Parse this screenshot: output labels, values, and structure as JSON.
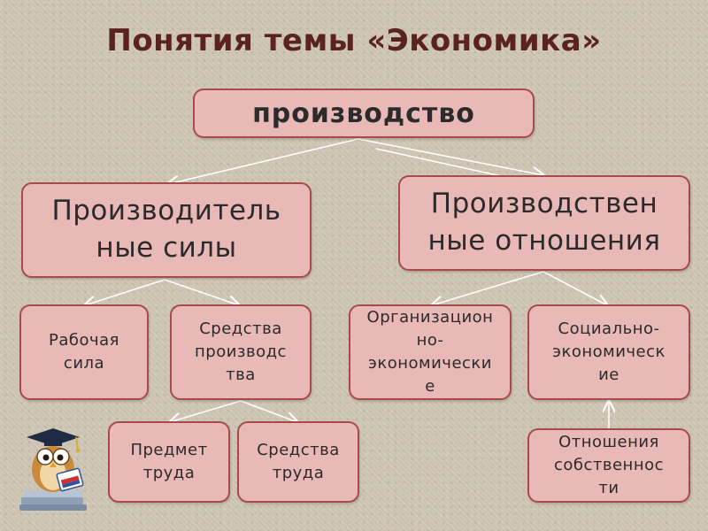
{
  "title": "Понятия темы «Экономика»",
  "nodes": {
    "root": "производство",
    "productive_forces": "Производитель\nные силы",
    "production_relations": "Производствен\nные отношения",
    "labor_force": "Рабочая\nсила",
    "means_of_production": "Средства\nпроизводс\nтва",
    "organizational_economic": "Организацион\nно-\nэкономически\nе",
    "socio_economic": "Социально-\nэкономическ\nие",
    "object_of_labor": "Предмет\nтруда",
    "means_of_labor": "Средства\nтруда",
    "property_relations": "Отношения\nсобственнос\nти"
  },
  "colors": {
    "box_fill": "#e8b9b6",
    "box_border": "#a84a49",
    "title": "#5a2320",
    "background": "#cfc6b4"
  },
  "icons": {
    "decoration": "owl-graduate-icon"
  }
}
